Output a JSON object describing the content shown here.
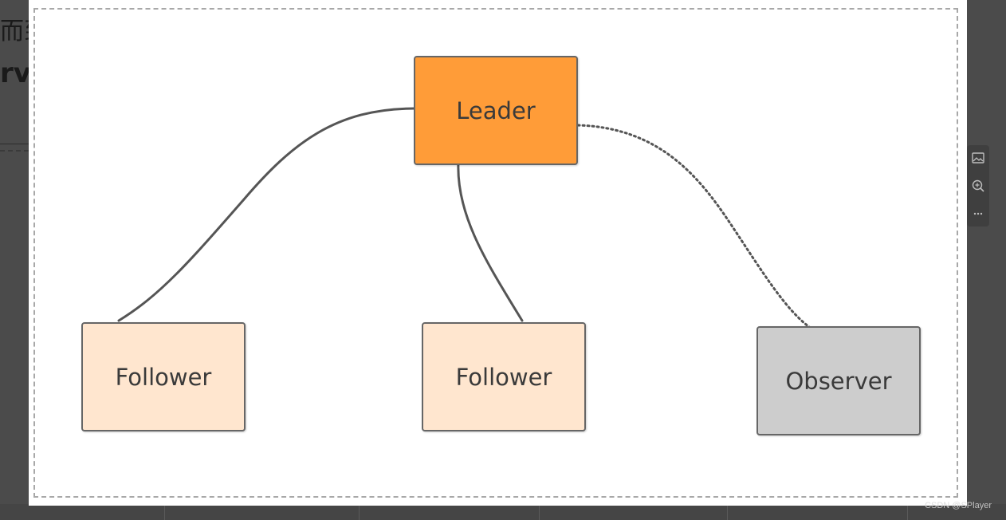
{
  "background_page": {
    "text_line_1": "而到",
    "text_line_2": "rve"
  },
  "diagram": {
    "nodes": {
      "leader": {
        "label": "Leader",
        "fill": "#ff9c38"
      },
      "follower_1": {
        "label": "Follower",
        "fill": "#ffe6cf"
      },
      "follower_2": {
        "label": "Follower",
        "fill": "#ffe6cf"
      },
      "observer": {
        "label": "Observer",
        "fill": "#cdcdcd"
      }
    },
    "edges": [
      {
        "from": "leader",
        "to": "follower_1",
        "style": "solid"
      },
      {
        "from": "leader",
        "to": "follower_2",
        "style": "solid"
      },
      {
        "from": "leader",
        "to": "observer",
        "style": "dotted"
      }
    ]
  },
  "toolbar": {
    "icons": [
      "image-icon",
      "zoom-in-icon",
      "more-icon"
    ]
  },
  "watermark": "CSDN @SPlayer"
}
